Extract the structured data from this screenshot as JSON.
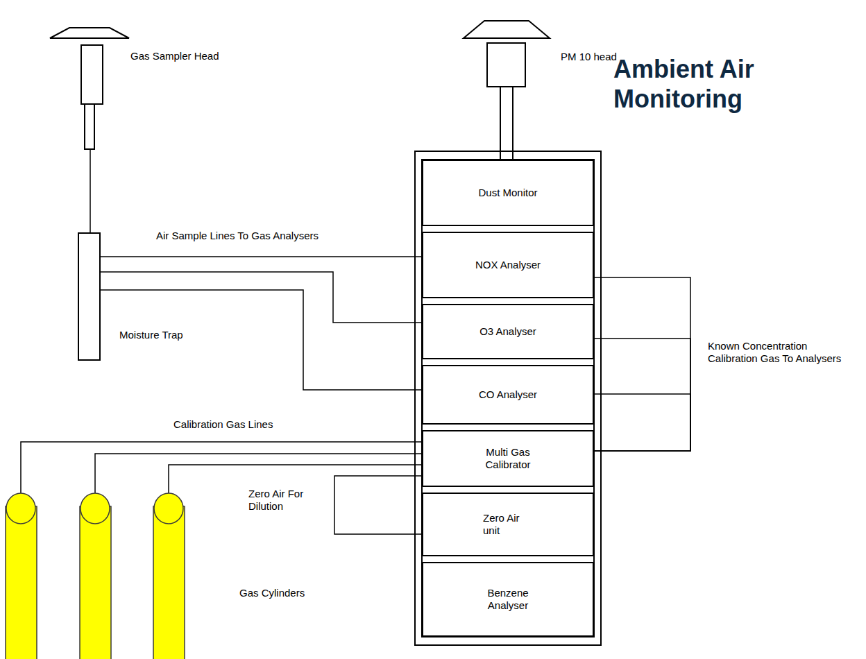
{
  "diagram": {
    "title": "Ambient Air Monitoring",
    "nodes": [
      {
        "text": [
          "Moisture Trap"
        ]
      },
      {
        "text": [
          "Dust Monitor"
        ]
      },
      {
        "text": [
          "NOX Analyser"
        ]
      },
      {
        "text": [
          "O3 Analyser"
        ]
      },
      {
        "text": [
          "CO Analyser"
        ]
      },
      {
        "text": [
          "Multi Gas Calibrator"
        ]
      },
      {
        "text": [
          "Zero Air unit"
        ]
      },
      {
        "text": [
          "Benzene Analyser"
        ]
      }
    ],
    "edges": [
      {
        "from": 0,
        "to": 2,
        "arrow": "none"
      },
      {
        "from": 0,
        "to": 3,
        "arrow": "none"
      },
      {
        "from": 0,
        "to": 4,
        "arrow": "none"
      },
      {
        "from": 6,
        "to": 5,
        "arrow": "none"
      },
      {
        "from": 5,
        "to": 2,
        "arrow": "none"
      },
      {
        "from": 5,
        "to": 3,
        "arrow": "none"
      },
      {
        "from": 5,
        "to": 4,
        "arrow": "none"
      }
    ],
    "labels": [
      "Gas Sampler Head",
      "PM 10 head",
      "Air Sample Lines To Gas Analysers",
      "Calibration Gas Lines",
      "Zero Air For Dilution",
      "Known Concentration Calibration Gas To Analysers",
      "Gas Cylinders"
    ]
  }
}
